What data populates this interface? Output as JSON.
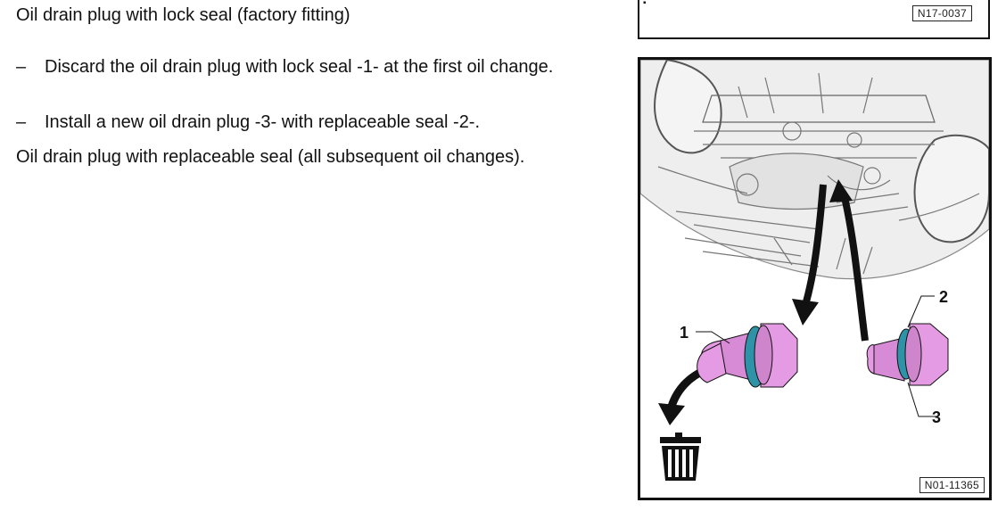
{
  "doc": {
    "heading": "Oil drain plug with lock seal (factory fitting)",
    "steps": [
      {
        "dash": "–",
        "text": "Discard the oil drain plug with lock seal -1- at the first oil change."
      },
      {
        "dash": "–",
        "text": "Install a new oil drain plug -3- with replaceable seal -2-."
      }
    ],
    "note": "Oil drain plug with replaceable seal (all subsequent oil changes)."
  },
  "figures": {
    "top": {
      "code": "N17-0037"
    },
    "main": {
      "code": "N01-11365",
      "callouts": [
        "1",
        "2",
        "3"
      ]
    }
  },
  "colors": {
    "plug": "#e59be3",
    "plug_dark": "#b967b8",
    "seal": "#2f93a7",
    "outline": "#111111"
  },
  "icons": [
    "trash-bin-icon",
    "curved-arrow-icon"
  ]
}
